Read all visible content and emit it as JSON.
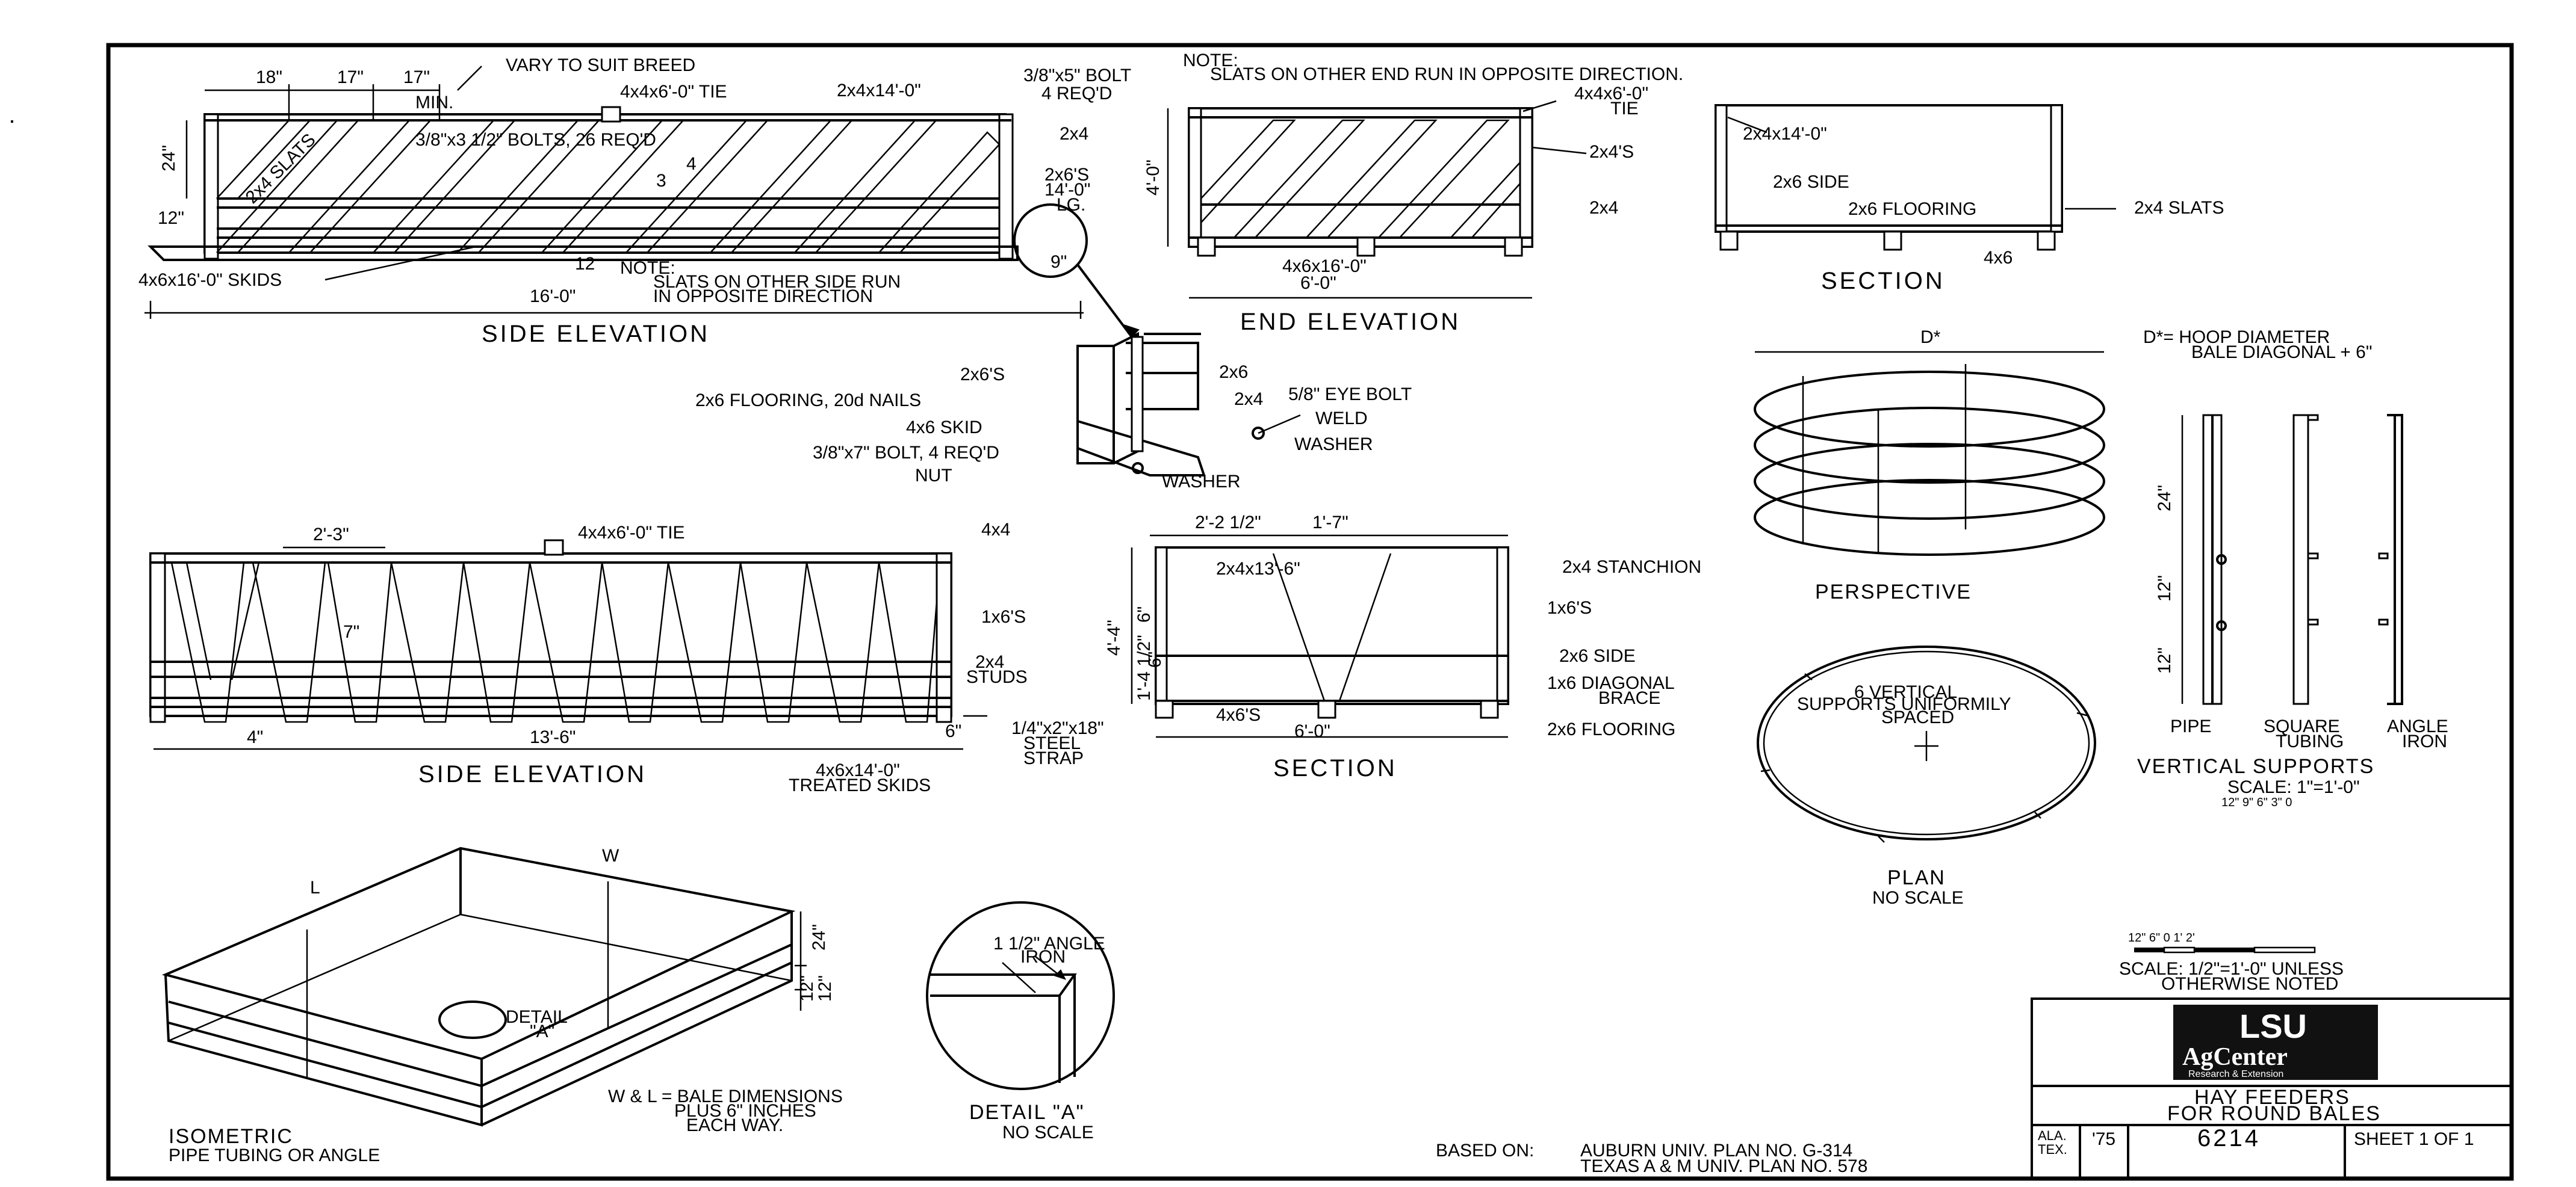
{
  "side_elevation_1": {
    "title": "SIDE ELEVATION",
    "dims": [
      "18\"",
      "17\"",
      "17\"",
      "MIN.",
      "24\"",
      "12\"",
      "16'-0\""
    ],
    "labels": {
      "vary": "VARY TO SUIT BREED",
      "tie": "4x4x6'-0\" TIE",
      "top_rail": "2x4x14'-0\"",
      "bolt": "3/8\"x5\" BOLT",
      "bolt_req": "4 REQ'D",
      "bolts26": "3/8\"x3 1/2\" BOLTS, 26 REQ'D",
      "post": "2x4",
      "sides": "2x6'S",
      "sides_len": "14'-0\"",
      "sides_lg": "LG.",
      "slats": "2x4 SLATS",
      "skids": "4x6x16'-0\" SKIDS",
      "nine": "9\"",
      "four": "4",
      "three": "3",
      "twelve": "12",
      "note_head": "NOTE:",
      "note_1": "SLATS ON OTHER SIDE RUN",
      "note_2": "IN OPPOSITE DIRECTION"
    }
  },
  "end_elevation": {
    "title": "END ELEVATION",
    "note_head": "NOTE:",
    "note": "SLATS ON OTHER END RUN IN OPPOSITE DIRECTION.",
    "tie": "4x4x6'-0\"",
    "tie_2": "TIE",
    "slats": "2x4'S",
    "post": "2x4",
    "skid": "4x6x16'-0\"",
    "width": "6'-0\"",
    "height": "4'-0\""
  },
  "section_1": {
    "title": "SECTION",
    "rail": "2x4x14'-0\"",
    "side": "2x6 SIDE",
    "flooring": "2x6 FLOORING",
    "slats": "2x4 SLATS",
    "skid": "4x6"
  },
  "detail_joint": {
    "sides": "2x6'S",
    "flooring": "2x6 FLOORING, 20d NAILS",
    "skid": "4x6 SKID",
    "bolt": "3/8\"x7\" BOLT, 4 REQ'D",
    "nut": "NUT",
    "washer_1": "WASHER",
    "board": "2x6",
    "post": "2x4",
    "eye_bolt": "5/8\" EYE BOLT",
    "weld": "WELD",
    "washer_2": "WASHER"
  },
  "side_elevation_2": {
    "title": "SIDE ELEVATION",
    "spacing": "2'-3\"",
    "tie": "4x4x6'-0\" TIE",
    "post": "4x4",
    "boards": "1x6'S",
    "studs_1": "2x4",
    "studs_2": "STUDS",
    "seven": "7\"",
    "length": "13'-6\"",
    "four": "4\"",
    "six": "6\"",
    "strap_1": "1/4\"x2\"x18\"",
    "strap_2": "STEEL",
    "strap_3": "STRAP",
    "skids_1": "4x6x14'-0\"",
    "skids_2": "TREATED SKIDS"
  },
  "section_2": {
    "title": "SECTION",
    "dim_a": "2'-2 1/2\"",
    "dim_b": "1'-7\"",
    "rail": "2x4x13'-6\"",
    "stanchion": "2x4 STANCHION",
    "boards_r": "1x6'S",
    "side": "2x6 SIDE",
    "brace_1": "1x6 DIAGONAL",
    "brace_2": "BRACE",
    "boards_b": "4x6'S",
    "flooring": "2x6 FLOORING",
    "width": "6'-0\"",
    "height": "4'-4\"",
    "h_six": "6\"",
    "h_low": "1'-4 1/2\"",
    "h_six_2": "6\""
  },
  "perspective": {
    "title": "PERSPECTIVE",
    "d": "D*",
    "def_1": "D*= HOOP DIAMETER",
    "def_2": "BALE DIAGONAL + 6\""
  },
  "plan": {
    "title": "PLAN",
    "scale": "NO SCALE",
    "note_1": "6 VERTICAL",
    "note_2": "SUPPORTS UNIFORMILY",
    "note_3": "SPACED"
  },
  "vertical_supports": {
    "title": "VERTICAL SUPPORTS",
    "scale": "SCALE: 1\"=1'-0\"",
    "scale_ticks": "12\"  9\"  6\"  3\"  0",
    "dims": [
      "24\"",
      "12\"",
      "12\""
    ],
    "pipe": "PIPE",
    "square_1": "SQUARE",
    "square_2": "TUBING",
    "angle_1": "ANGLE",
    "angle_2": "IRON"
  },
  "isometric": {
    "title": "ISOMETRIC",
    "sub": "PIPE TUBING OR ANGLE",
    "l": "L",
    "w": "W",
    "detail_1": "DETAIL",
    "detail_2": "\"A\"",
    "d24": "24\"",
    "d12a": "12\"",
    "d12b": "12\"",
    "wl_1": "W & L = BALE DIMENSIONS",
    "wl_2": "PLUS 6\" INCHES",
    "wl_3": "EACH WAY."
  },
  "detail_a": {
    "title": "DETAIL \"A\"",
    "scale": "NO SCALE",
    "angle_1": "1 1/2\" ANGLE",
    "angle_2": "IRON"
  },
  "footer": {
    "based_on": "BASED ON:",
    "plan_1": "AUBURN UNIV. PLAN NO. G-314",
    "plan_2": "TEXAS A & M UNIV. PLAN NO. 578",
    "scale_ticks": "12\"  6\"  0        1'       2'",
    "scale_1": "SCALE: 1/2\"=1'-0\" UNLESS",
    "scale_2": "OTHERWISE NOTED"
  },
  "title_block": {
    "logo_1": "LSU",
    "logo_2": "AgCenter",
    "logo_3": "Research & Extension",
    "title_1": "HAY FEEDERS",
    "title_2": "FOR ROUND BALES",
    "state_1": "ALA.",
    "state_2": "TEX.",
    "year": "'75",
    "number": "6214",
    "sheet": "SHEET 1 OF 1"
  }
}
